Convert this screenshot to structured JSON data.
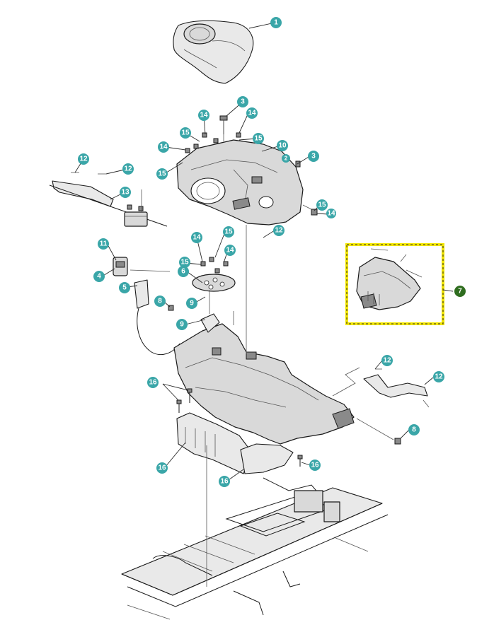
{
  "callouts": {
    "c1": "1",
    "c2": "2",
    "c3a": "3",
    "c3b": "3",
    "c4": "4",
    "c5": "5",
    "c6": "6",
    "c7": "7",
    "c8a": "8",
    "c8b": "8",
    "c9a": "9",
    "c9b": "9",
    "c10": "10",
    "c11": "11",
    "c12a": "12",
    "c12b": "12",
    "c12c": "12",
    "c12d": "12",
    "c12e": "12",
    "c13": "13",
    "c14a": "14",
    "c14b": "14",
    "c14c": "14",
    "c14d": "14",
    "c14e": "14",
    "c14f": "14",
    "c15a": "15",
    "c15b": "15",
    "c15c": "15",
    "c15d": "15",
    "c15e": "15",
    "c15f": "15",
    "c16a": "16",
    "c16b": "16",
    "c16c": "16",
    "c16d": "16"
  },
  "colors": {
    "callout": "#3aa6a8",
    "callout_highlight": "#2f6d1f",
    "highlight_frame": "#f2e600"
  }
}
